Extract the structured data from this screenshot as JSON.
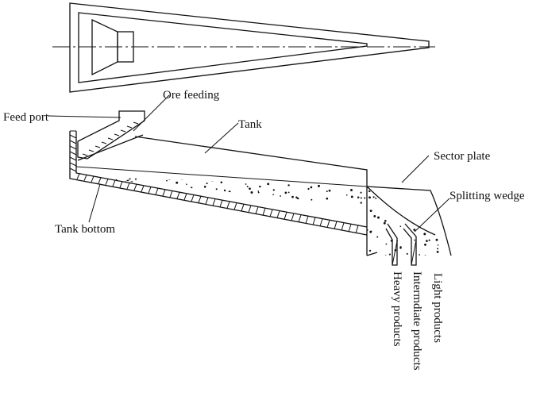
{
  "labels": {
    "ore_feeding": "Ore feeding",
    "feed_port": "Feed port",
    "tank": "Tank",
    "sector_plate": "Sector plate",
    "splitting_wedge": "Splitting wedge",
    "tank_bottom": "Tank bottom",
    "heavy_products": "Heavy products",
    "intermediate_products": "Intermdiate products",
    "light_products": "Light products"
  }
}
